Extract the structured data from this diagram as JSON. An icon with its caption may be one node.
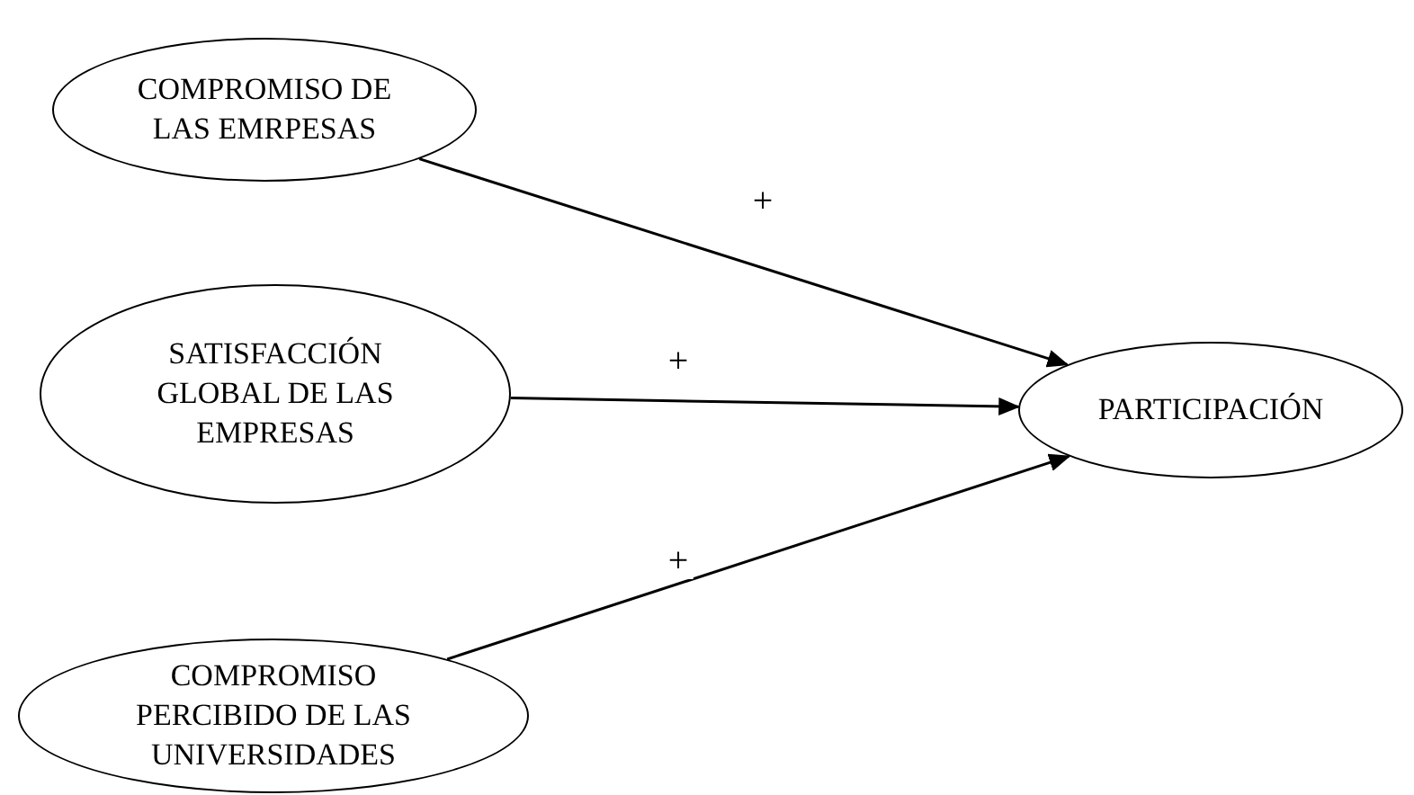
{
  "diagram": {
    "nodes": [
      {
        "text": [
          "COMPROMISO DE LAS EMRPESAS"
        ]
      },
      {
        "text": [
          "SATISFACCIÓN GLOBAL DE LAS EMPRESAS"
        ]
      },
      {
        "text": [
          "COMPROMISO PERCIBIDO DE LAS UNIVERSIDADES"
        ]
      },
      {
        "text": [
          "PARTICIPACIÓN"
        ]
      }
    ],
    "edges": [
      {
        "from": 0,
        "to": 3,
        "arrow": "to",
        "label": "+"
      },
      {
        "from": 1,
        "to": 3,
        "arrow": "to",
        "label": "+"
      },
      {
        "from": 2,
        "to": 3,
        "arrow": "to",
        "label": "+"
      }
    ]
  }
}
